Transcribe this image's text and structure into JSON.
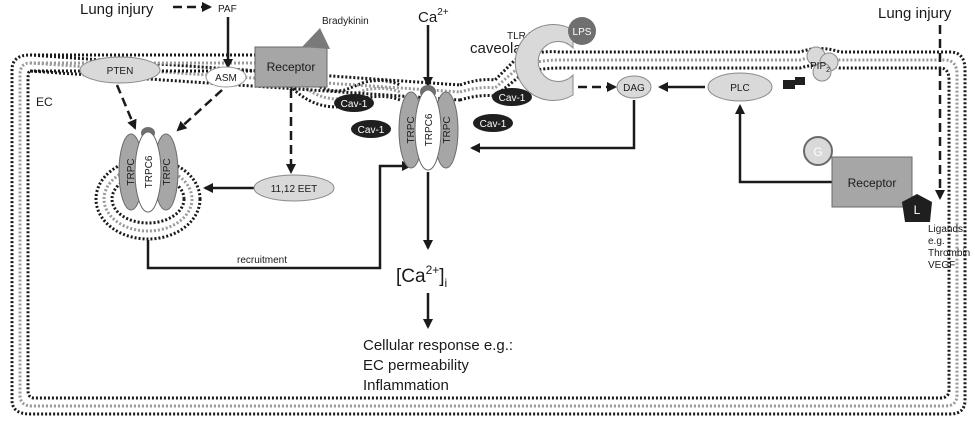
{
  "labels": {
    "lung_injury_left": "Lung injury",
    "paf": "PAF",
    "bradykinin": "Bradykinin",
    "ca_top": "Ca",
    "ca_top_sup": "2+",
    "tlr4": "TLR4",
    "caveola": "caveola",
    "lps": "LPS",
    "lung_injury_right": "Lung injury",
    "pten": "PTEN",
    "asm": "ASM",
    "receptor_left": "Receptor",
    "ec": "EC",
    "cav1": "Cav-1",
    "dag": "DAG",
    "plc": "PLC",
    "pip": "PIP",
    "pip_sub": "2",
    "trpc": "TRPC",
    "trpc6": "TRPC6",
    "eet": "11,12 EET",
    "g": "G",
    "receptor_right": "Receptor",
    "l": "L",
    "ligands": [
      "Ligands",
      "e.g.",
      "Thrombin",
      "VEGF"
    ],
    "recruitment": "recruitment",
    "ca_i": "[Ca",
    "ca_i_sup": "2+",
    "ca_i_close": "]",
    "ca_i_sub": "i",
    "response": [
      "Cellular response e.g.:",
      "EC permeability",
      "Inflammation"
    ]
  },
  "colors": {
    "membrane": "#1a1a1a",
    "fill_light": "#d9d9d9",
    "fill_mid": "#a6a6a6",
    "fill_dark": "#1f1f1f",
    "bradykinin": "#7a7a7a"
  }
}
